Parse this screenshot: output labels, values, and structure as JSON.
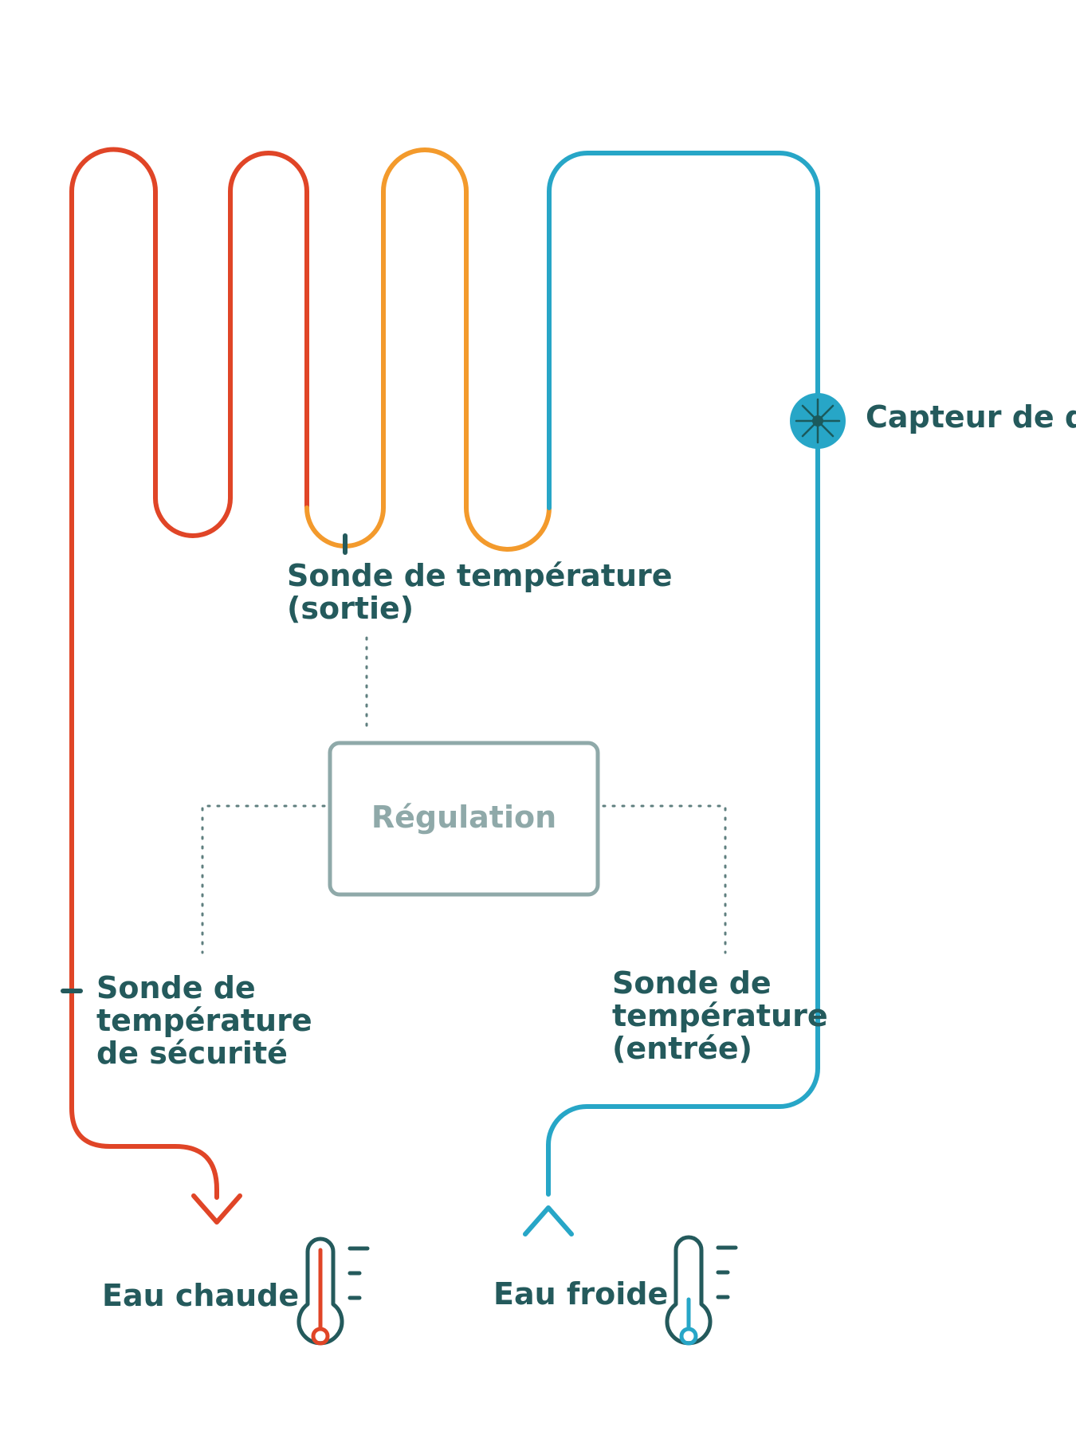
{
  "colors": {
    "hot": "#e04527",
    "warm": "#f39a2c",
    "cold": "#27a6c7",
    "text": "#245a5c",
    "regulation": "#8fa9a9"
  },
  "labels": {
    "flow_sensor": "Capteur de dé",
    "outlet_probe": [
      "Sonde de température",
      "(sortie)"
    ],
    "regulation": "Régulation",
    "safety_probe": [
      "Sonde de",
      "température",
      "de sécurité"
    ],
    "inlet_probe": [
      "Sonde de",
      "température",
      "(entrée)"
    ],
    "hot_water": "Eau chaude",
    "cold_water": "Eau froide"
  },
  "icons": {
    "flow_sensor": "flow-sensor-icon",
    "hot_thermometer": "thermometer-hot-icon",
    "cold_thermometer": "thermometer-cold-icon",
    "hot_arrow": "arrow-down-icon",
    "cold_arrow": "arrow-up-icon"
  }
}
